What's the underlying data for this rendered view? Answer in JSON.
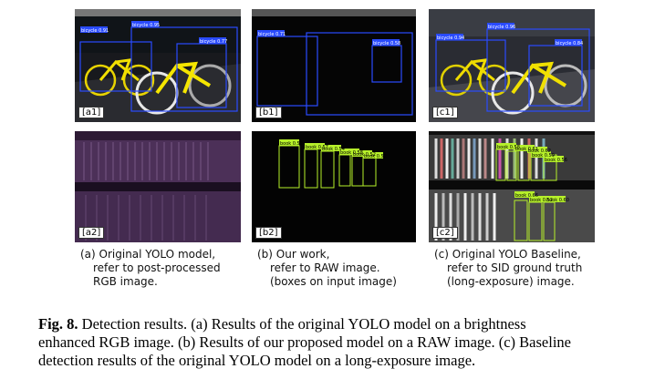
{
  "panels": {
    "a1": {
      "tag": "[a1]",
      "box_labels": [
        "bicycle 0.91",
        "bicycle 0.95",
        "bicycle 0.77"
      ]
    },
    "b1": {
      "tag": "[b1]",
      "box_labels": [
        "bicycle 0.71",
        "bicycle 0.58"
      ]
    },
    "c1": {
      "tag": "[c1]",
      "box_labels": [
        "bicycle 0.94",
        "bicycle 0.96",
        "bicycle 0.84"
      ]
    },
    "a2": {
      "tag": "[a2]"
    },
    "b2": {
      "tag": "[b2]",
      "box_labels": [
        "book 0.52",
        "book 0.57",
        "book 0.54",
        "book 0.58",
        "book 0.52",
        "book 0.52"
      ]
    },
    "c2": {
      "tag": "[c2]",
      "box_labels": [
        "book 0.58",
        "book 0.61",
        "book 0.62",
        "book 0.59",
        "book 0.56",
        "book 0.66",
        "book 0.52",
        "book 0.60"
      ]
    }
  },
  "subcaptions": {
    "a": {
      "line1": "(a) Original YOLO model,",
      "line2": "refer to post-processed",
      "line3": "RGB image."
    },
    "b": {
      "line1": "(b) Our work,",
      "line2": "refer to RAW image.",
      "line3": "(boxes on input image)"
    },
    "c": {
      "line1": "(c) Original YOLO Baseline,",
      "line2": "refer to SID ground truth",
      "line3": "(long-exposure) image."
    }
  },
  "caption": {
    "label": "Fig. 8.",
    "line1": "Detection results. (a) Results of the original YOLO model on a brightness",
    "line2": "enhanced RGB image. (b) Results of our proposed model on a RAW image. (c) Baseline",
    "line3": "detection results of the original YOLO model on a long-exposure image."
  },
  "colors": {
    "bicycle_box": "#2a4bff",
    "book_box": "#b6f02a"
  }
}
